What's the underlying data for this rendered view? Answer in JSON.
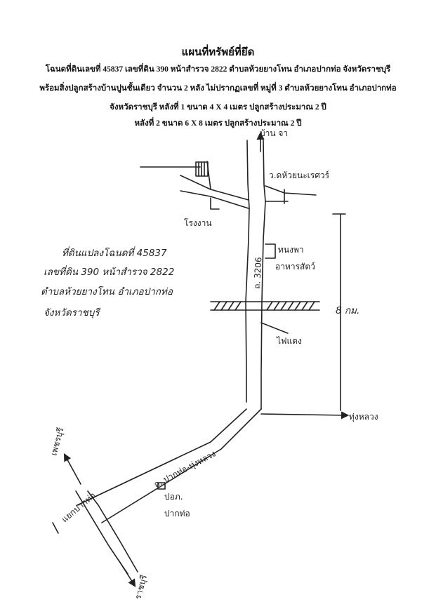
{
  "header": {
    "title": "แผนที่ทรัพย์ที่ยึด",
    "line1": "โฉนดที่ดินเลขที่ 45837 เลขที่ดิน 390 หน้าสำรวจ 2822 ตำบลห้วยยางโทน อำเภอปากท่อ จังหวัดราชบุรี",
    "line2": "พร้อมสิ่งปลูกสร้างบ้านปูนชั้นเดียว จำนวน 2 หลัง ไม่ปรากฏเลขที่ หมู่ที่ 3 ตำบลห้วยยางโทน อำเภอปากท่อ",
    "line3": "จังหวัดราชบุรี หลังที่ 1 ขนาด 4 X 4 เมตร ปลูกสร้างประมาณ 2 ปี",
    "line4": "หลังที่ 2 ขนาด 6 X 8 เมตร ปลูกสร้างประมาณ 2 ปี"
  },
  "labels": {
    "ban_ja": "บ้าน จา",
    "temple": "ว.ดห้วยนะเรศวร์",
    "school": "โรงงาน",
    "road_3206": "ถ. 3206",
    "shop": "ทนงพา",
    "shop2": "อาหารสัตว์",
    "distance": "8 กม.",
    "power": "ไฟแดง",
    "thung_luang": "ทุ่งหลวง",
    "phetchaburi": "เพชรบุรี",
    "road_pakthothung": "ถ. ปากท่อ-ทุ่งหลวง",
    "junction": "แยกปากท่อ",
    "police": "ปอภ.",
    "police2": "ปากท่อ",
    "ratchaburi": "ราชบุรี"
  },
  "land_note": {
    "line1": "ที่ดินแปลงโฉนดที่ 45837",
    "line2": "เลขที่ดิน 390 หน้าสำรวจ 2822",
    "line3": "ตำบลห้วยยางโทน อำเภอปากท่อ",
    "line4": "จังหวัดราชบุรี"
  }
}
